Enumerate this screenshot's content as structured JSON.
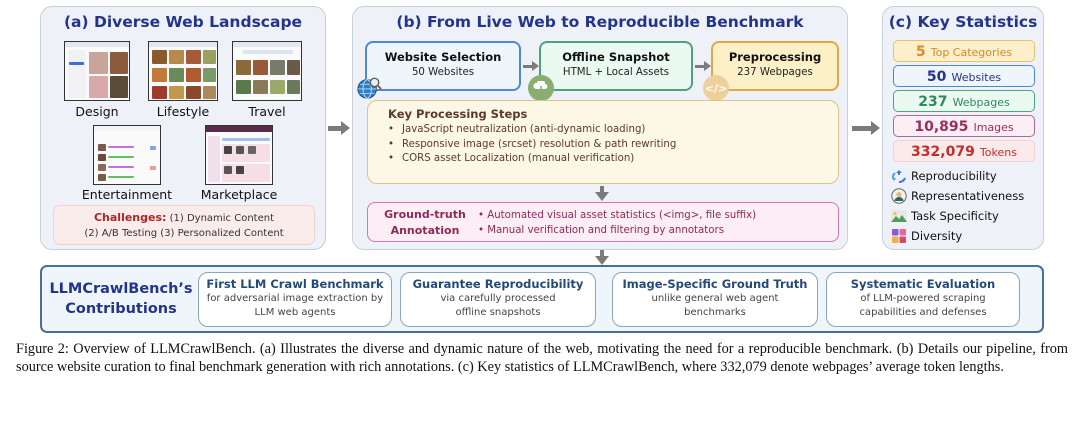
{
  "panel_a": {
    "title": "(a) Diverse Web Landscape",
    "categories": [
      {
        "label": "Design",
        "icon": "design-website-thumbnail"
      },
      {
        "label": "Lifestyle",
        "icon": "lifestyle-website-thumbnail"
      },
      {
        "label": "Travel",
        "icon": "travel-website-thumbnail"
      },
      {
        "label": "Entertainment",
        "icon": "entertainment-website-thumbnail"
      },
      {
        "label": "Marketplace",
        "icon": "marketplace-website-thumbnail"
      }
    ],
    "challenges": {
      "heading": "Challenges:",
      "line1": "(1) Dynamic Content",
      "line2": "(2) A/B Testing  (3) Personalized Content"
    }
  },
  "panel_b": {
    "title": "(b) From Live Web to Reproducible Benchmark",
    "stages": [
      {
        "title": "Website Selection",
        "subtitle": "50 Websites",
        "icon": "globe-search-icon",
        "color": "#4f86d8"
      },
      {
        "title": "Offline Snapshot",
        "subtitle": "HTML + Local Assets",
        "icon": "cloud-download-icon",
        "color": "#4ea47a"
      },
      {
        "title": "Preprocessing",
        "subtitle": "237 Webpages",
        "icon": "code-icon",
        "color": "#e5a548"
      }
    ],
    "key_steps": {
      "title": "Key Processing Steps",
      "items": [
        "JavaScript neutralization (anti-dynamic loading)",
        "Responsive image (srcset) resolution & path rewriting",
        "CORS asset Localization (manual verification)"
      ]
    },
    "ground_truth": {
      "title_line1": "Ground-truth",
      "title_line2": "Annotation",
      "items": [
        "• Automated visual asset statistics (<img>, file suffix)",
        "• Manual verification and filtering by annotators"
      ]
    }
  },
  "panel_c": {
    "title": "(c) Key Statistics",
    "stats": [
      {
        "value": "5",
        "unit": "Top Categories",
        "color": "#d98a2b"
      },
      {
        "value": "50",
        "unit": "Websites",
        "color": "#23358a"
      },
      {
        "value": "237",
        "unit": "Webpages",
        "color": "#2f8a5a"
      },
      {
        "value": "10,895",
        "unit": "Images",
        "color": "#9a2f5c"
      },
      {
        "value": "332,079",
        "unit": "Tokens",
        "color": "#c0302a"
      }
    ],
    "properties": [
      {
        "label": "Reproducibility",
        "icon": "recycle-icon"
      },
      {
        "label": "Representativeness",
        "icon": "person-avatar-icon"
      },
      {
        "label": "Task Specificity",
        "icon": "image-landscape-icon"
      },
      {
        "label": "Diversity",
        "icon": "puzzle-diversity-icon"
      }
    ]
  },
  "contributions": {
    "title_line1": "LLMCrawlBench’s",
    "title_line2": "Contributions",
    "cards": [
      {
        "title": "First LLM Crawl Benchmark",
        "description": "for adversarial image extraction by LLM web agents"
      },
      {
        "title": "Guarantee Reproducibility",
        "description": "via carefully processed offline snapshots"
      },
      {
        "title": "Image-Specific Ground Truth",
        "description": "unlike general web agent benchmarks"
      },
      {
        "title": "Systematic Evaluation",
        "description": "of LLM-powered scraping capabilities and defenses"
      }
    ]
  },
  "caption": "Figure 2: Overview of LLMCrawlBench. (a) Illustrates the diverse and dynamic nature of the web, motivating the need for a reproducible benchmark. (b) Details our pipeline, from source website curation to final benchmark generation with rich annotations. (c) Key statistics of LLMCrawlBench, where 332,079 denote webpages’ average token lengths."
}
